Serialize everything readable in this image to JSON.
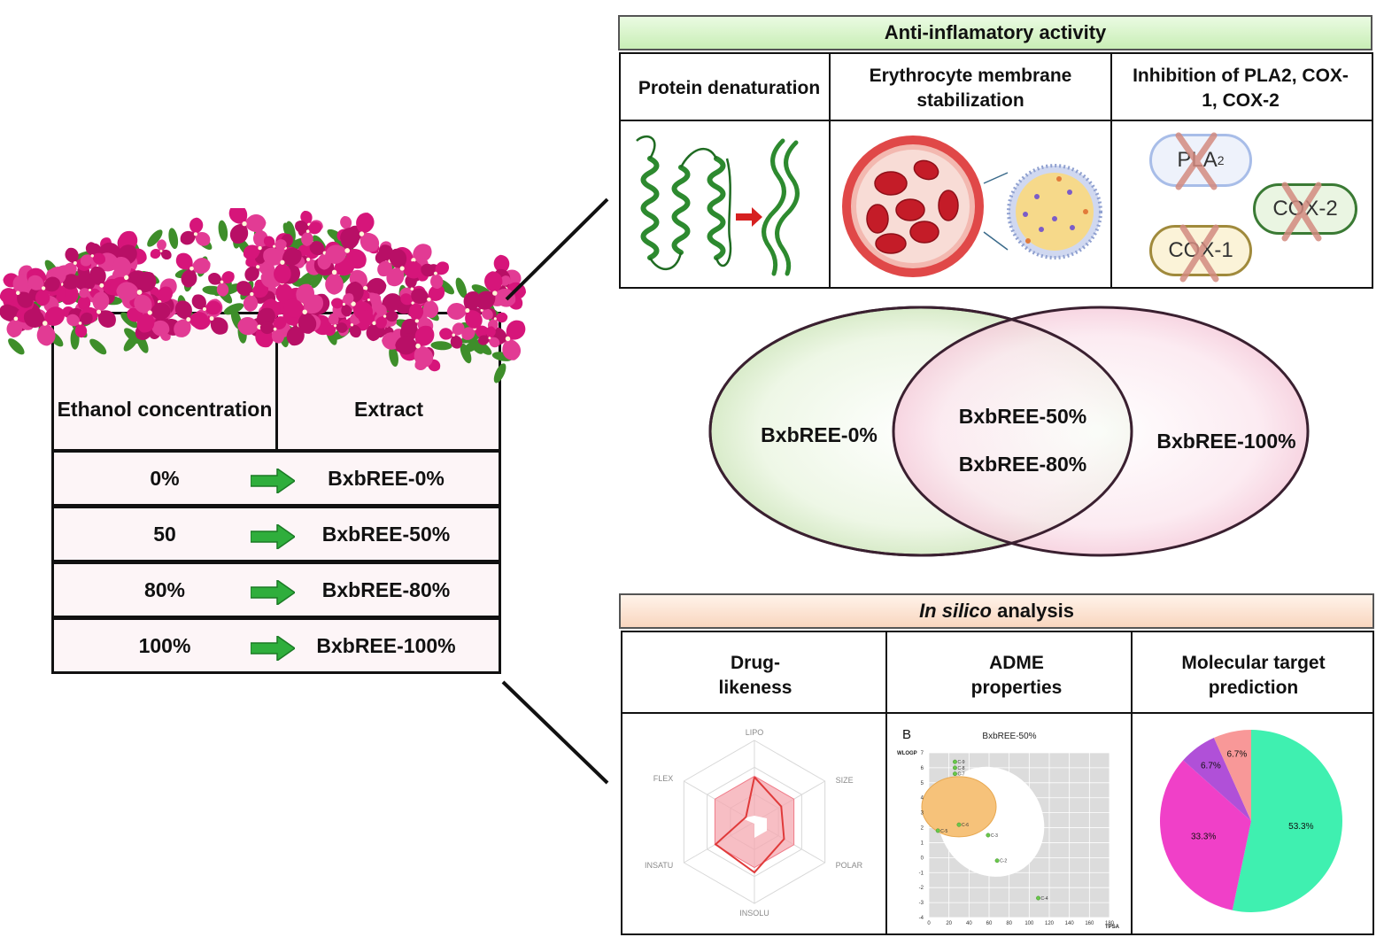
{
  "left_table": {
    "header_col1": "Ethanol concentration",
    "header_col2": "Extract",
    "rows": [
      {
        "concentration": "0%",
        "extract": "BxbREE-0%"
      },
      {
        "concentration": "50",
        "extract": "BxbREE-50%"
      },
      {
        "concentration": "80%",
        "extract": "BxbREE-80%"
      },
      {
        "concentration": "100%",
        "extract": "BxbREE-100%"
      }
    ]
  },
  "anti_inflammatory": {
    "title": "Anti-inflamatory activity",
    "columns": [
      "Protein denaturation",
      "Erythrocyte membrane stabilization",
      "Inhibition of PLA2, COX-1, COX-2"
    ],
    "enzymes": {
      "pla2": "PLA",
      "pla2_sub": "2",
      "cox1": "COX-1",
      "cox2": "COX-2"
    }
  },
  "venn": {
    "left": "BxbREE-0%",
    "middle_top": "BxbREE-50%",
    "middle_bottom": "BxbREE-80%",
    "right": "BxbREE-100%"
  },
  "in_silico": {
    "title_italic": "In silico",
    "title_rest": " analysis",
    "columns": [
      "Drug-likeness",
      "ADME properties",
      "Molecular target prediction"
    ]
  },
  "radar": {
    "axes": [
      "LIPO",
      "SIZE",
      "POLAR",
      "INSOLU",
      "INSATU",
      "FLEX"
    ]
  },
  "chart_data": [
    {
      "type": "scatter",
      "panel_letter": "B",
      "title": "BxbREE-50%",
      "xlabel": "TPSA",
      "ylabel": "WLOGP",
      "xlim": [
        0,
        180
      ],
      "ylim": [
        -4,
        7
      ],
      "x_ticks": [
        0,
        20,
        40,
        60,
        80,
        100,
        120,
        140,
        160,
        180
      ],
      "y_ticks": [
        7,
        6,
        5,
        4,
        3,
        2,
        1,
        0,
        -1,
        -2,
        -3,
        -4
      ],
      "points": [
        {
          "label": "C-9",
          "x": 26,
          "y": 6.4
        },
        {
          "label": "C-8",
          "x": 26,
          "y": 6.0
        },
        {
          "label": "C-7",
          "x": 26,
          "y": 5.6
        },
        {
          "label": "C-6",
          "x": 30,
          "y": 2.2
        },
        {
          "label": "C-5",
          "x": 9,
          "y": 1.8
        },
        {
          "label": "C-3",
          "x": 59,
          "y": 1.5
        },
        {
          "label": "C-2",
          "x": 68,
          "y": -0.2
        },
        {
          "label": "C-4",
          "x": 109,
          "y": -2.7
        }
      ],
      "grid": true
    },
    {
      "type": "pie",
      "slices": [
        {
          "label": "53.3%",
          "value": 53.3,
          "color": "#3ff0b0"
        },
        {
          "label": "33.3%",
          "value": 33.3,
          "color": "#f040c8"
        },
        {
          "label": "6.7%",
          "value": 6.7,
          "color": "#b050d8"
        },
        {
          "label": "6.7%",
          "value": 6.7,
          "color": "#f89898"
        }
      ]
    }
  ],
  "colors": {
    "arrow_green": "#2fae3c",
    "banner_green": "#d4f2c4",
    "banner_peach": "#fde1cf",
    "flower_pink": "#d6157a",
    "venn_green": "#e6f4dc",
    "venn_pink": "#f8d6e2"
  }
}
